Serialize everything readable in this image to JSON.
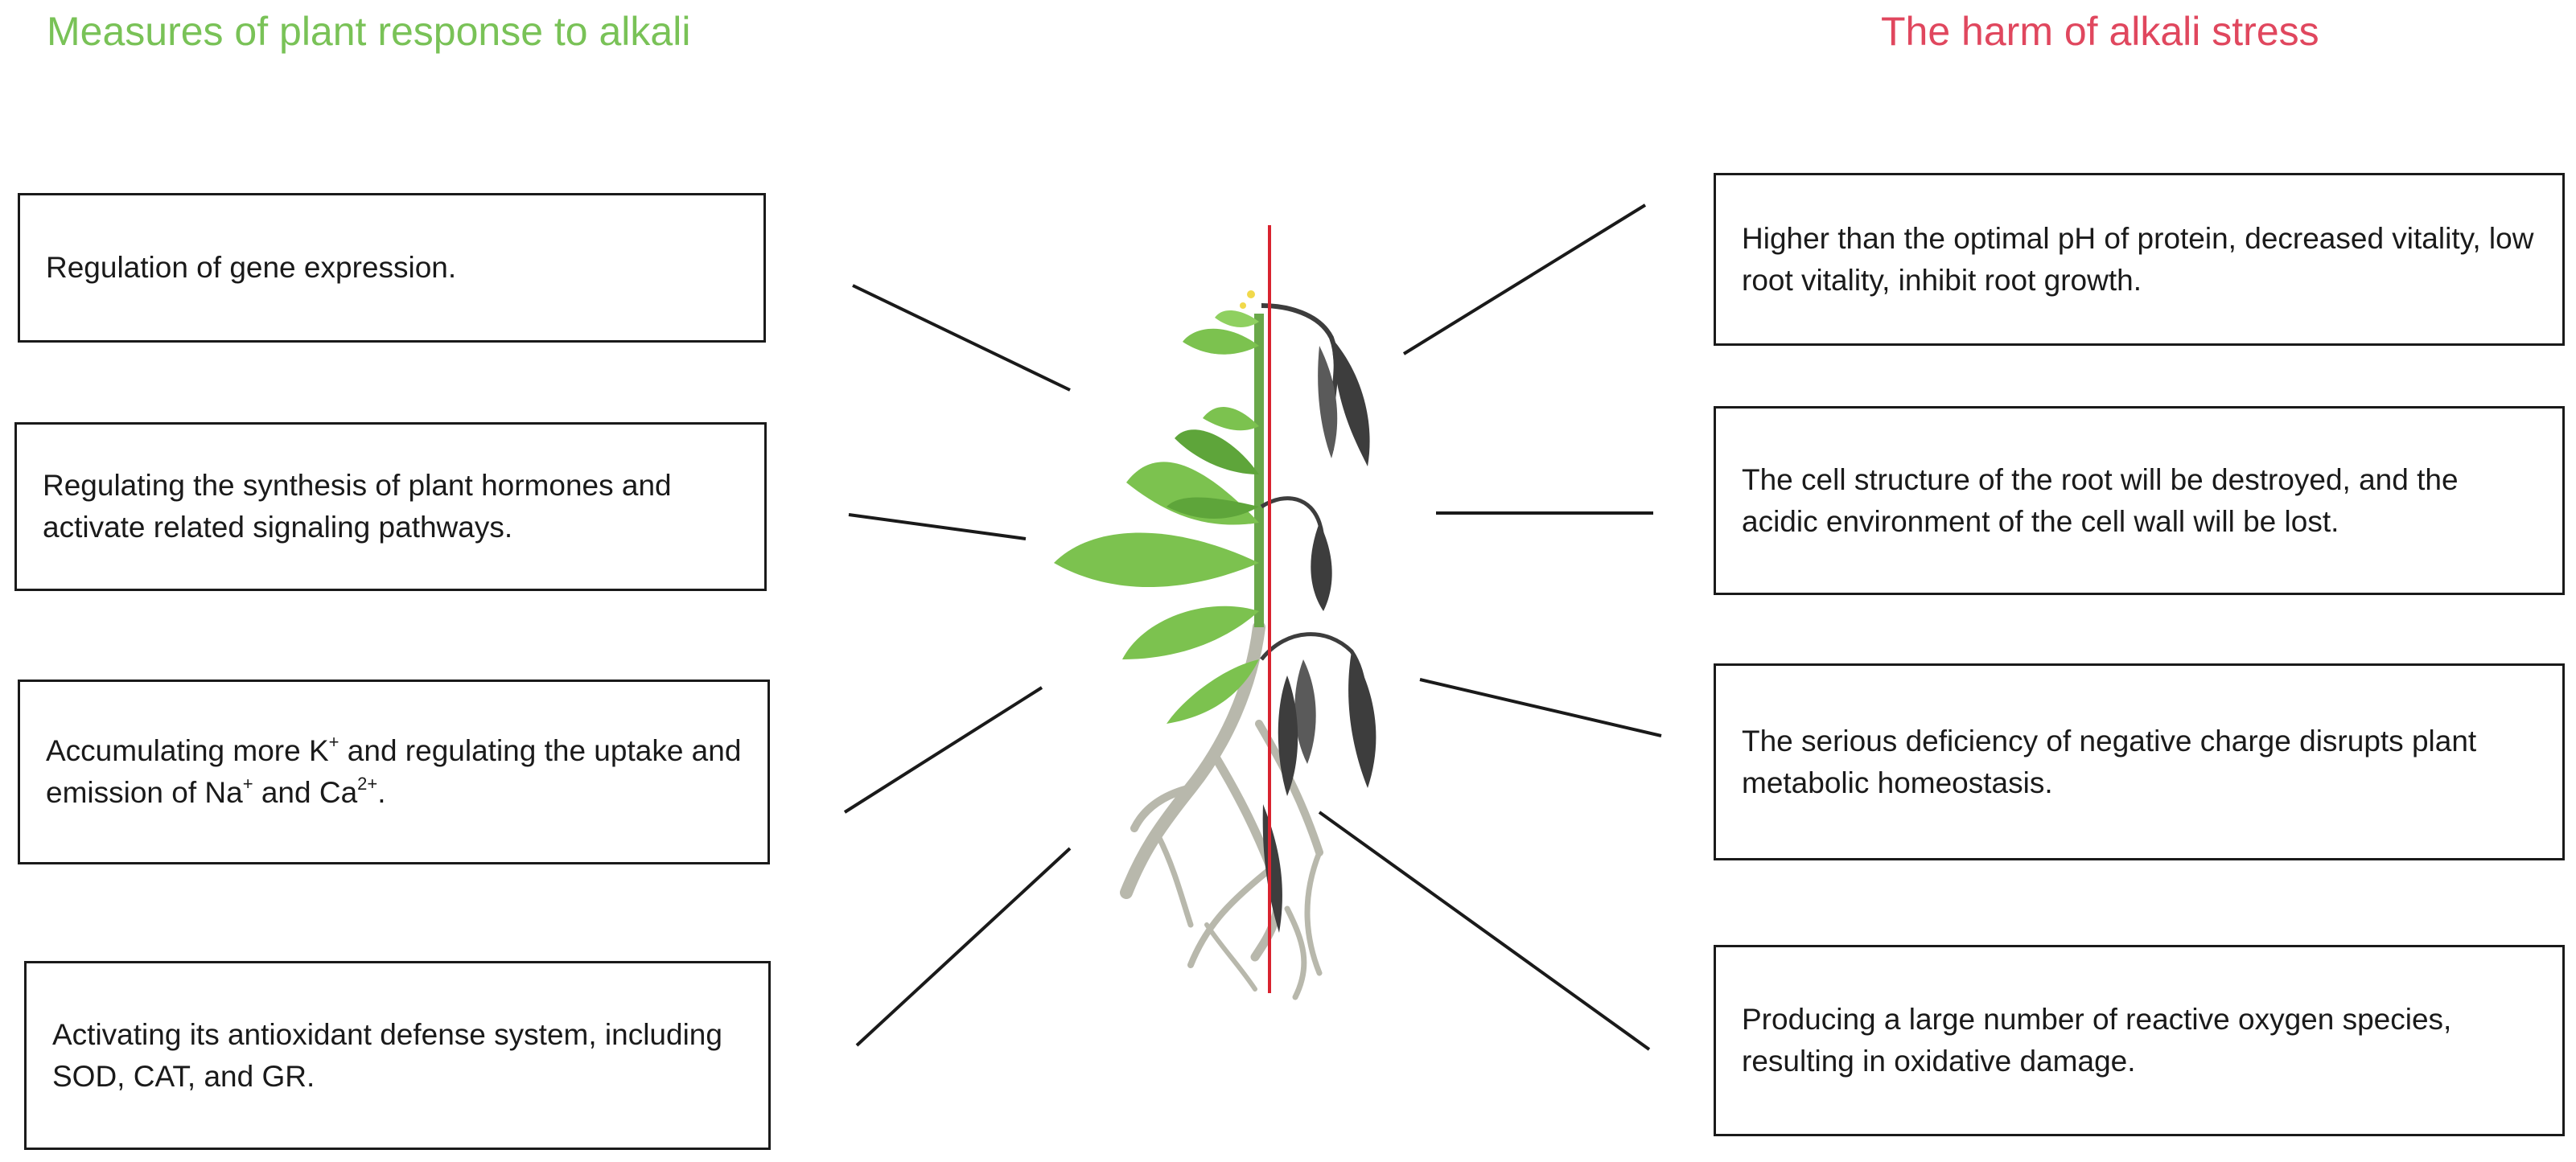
{
  "headings": {
    "left": "Measures of plant response to alkali",
    "right": "The harm of alkali stress",
    "left_color": "#79c257",
    "right_color": "#e0475e"
  },
  "response_measures": [
    {
      "text": "Regulation of gene expression."
    },
    {
      "text": "Regulating the synthesis of plant hormones and activate related signaling pathways."
    },
    {
      "parts": [
        "Accumulating more K",
        "+",
        " and regulating the uptake and emission of Na",
        "+",
        " and Ca",
        "2+",
        "."
      ]
    },
    {
      "text": "Activating its antioxidant defense system, including SOD, CAT, and GR."
    }
  ],
  "stress_harms": [
    {
      "text": "Higher than the optimal pH of protein, decreased vitality, low root vitality, inhibit root growth."
    },
    {
      "text": "The cell structure of the root will be destroyed, and the acidic environment of the cell wall will be lost."
    },
    {
      "text": "The serious deficiency of negative charge disrupts plant metabolic homeostasis."
    },
    {
      "text": "Producing a large number of reactive oxygen species, resulting in oxidative damage."
    }
  ],
  "colors": {
    "healthy_leaf": "#7cc24f",
    "healthy_leaf_dark": "#5ea53a",
    "wilted_leaf": "#3d3d3d",
    "root": "#b8b8ac",
    "divider": "#d9232f"
  },
  "icons": [
    "healthy-plant-half",
    "wilted-plant-half"
  ]
}
